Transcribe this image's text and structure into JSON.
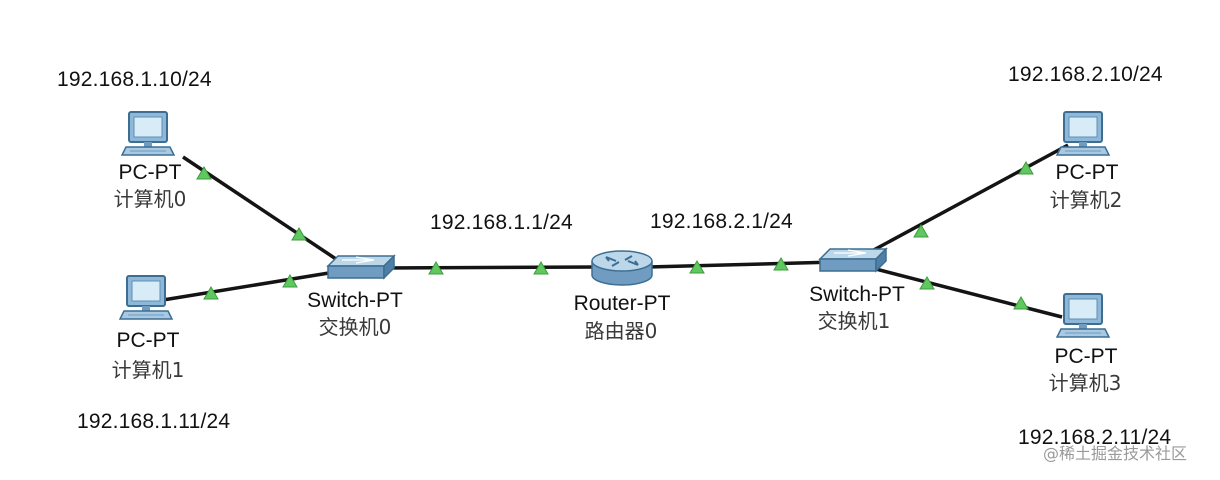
{
  "colors": {
    "link": "#141414",
    "link_indicator": "#5fc85f",
    "device_blue": "#8fb8d8",
    "device_dark": "#3d6e92",
    "screen": "#d8ecf8"
  },
  "devices": {
    "pc0": {
      "type": "PC-PT",
      "name": "计算机0",
      "ip": "192.168.1.10/24",
      "icon": "desktop-pc-icon"
    },
    "pc1": {
      "type": "PC-PT",
      "name": "计算机1",
      "ip": "192.168.1.11/24",
      "icon": "desktop-pc-icon"
    },
    "pc2": {
      "type": "PC-PT",
      "name": "计算机2",
      "ip": "192.168.2.10/24",
      "icon": "desktop-pc-icon"
    },
    "pc3": {
      "type": "PC-PT",
      "name": "计算机3",
      "ip": "192.168.2.11/24",
      "icon": "desktop-pc-icon"
    },
    "switch0": {
      "type": "Switch-PT",
      "name": "交换机0",
      "icon": "switch-icon"
    },
    "switch1": {
      "type": "Switch-PT",
      "name": "交换机1",
      "icon": "switch-icon"
    },
    "router0": {
      "type": "Router-PT",
      "name": "路由器0",
      "icon": "router-icon"
    }
  },
  "interfaces": {
    "router_left_ip": "192.168.1.1/24",
    "router_right_ip": "192.168.2.1/24"
  },
  "links": [
    {
      "from": "pc0",
      "to": "switch0"
    },
    {
      "from": "pc1",
      "to": "switch0"
    },
    {
      "from": "switch0",
      "to": "router0"
    },
    {
      "from": "router0",
      "to": "switch1"
    },
    {
      "from": "switch1",
      "to": "pc2"
    },
    {
      "from": "switch1",
      "to": "pc3"
    }
  ],
  "watermark": "@稀土掘金技术社区"
}
